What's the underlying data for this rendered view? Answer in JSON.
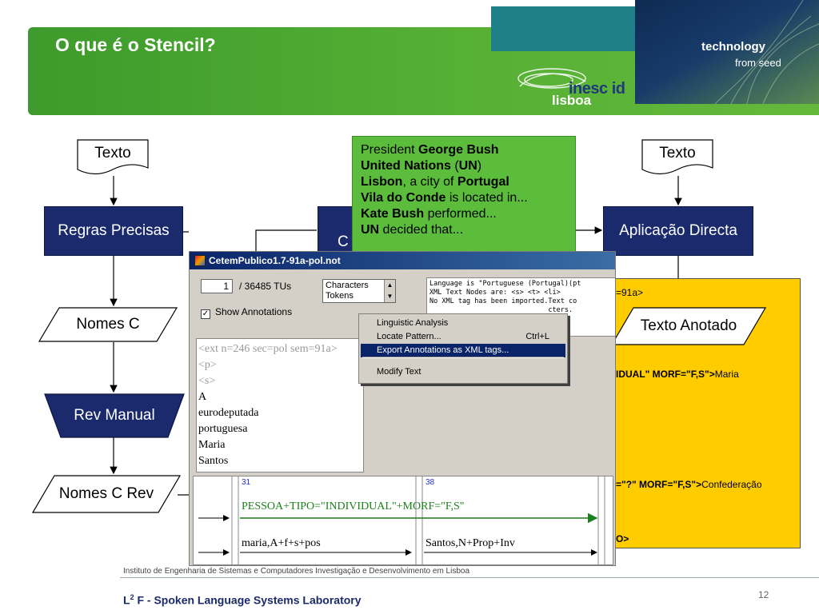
{
  "header": {
    "title": "O que é o Stencil?",
    "tagline_line1": "technology",
    "tagline_line2": "from seed",
    "logo_inesc": "inesc id",
    "logo_lisboa": "lisboa"
  },
  "flow": {
    "left": {
      "doc": "Texto",
      "rules": "Regras Precisas",
      "names": "Nomes C",
      "manual": "Rev Manual",
      "names_rev": "Nomes C Rev"
    },
    "right": {
      "doc": "Texto",
      "apply": "Aplicação Directa",
      "annotated": "Texto Anotado"
    },
    "middle_box_partial": "C"
  },
  "green_callout": {
    "lines": [
      [
        {
          "t": "President ",
          "b": false
        },
        {
          "t": "George Bush",
          "b": true
        }
      ],
      [
        {
          "t": "United Nations",
          "b": true
        },
        {
          "t": " (",
          "b": false
        },
        {
          "t": "UN",
          "b": true
        },
        {
          "t": ")",
          "b": false
        }
      ],
      [
        {
          "t": "Lisbon",
          "b": true
        },
        {
          "t": ", a city of ",
          "b": false
        },
        {
          "t": "Portugal",
          "b": true
        }
      ],
      [
        {
          "t": "Vila do Conde",
          "b": true
        },
        {
          "t": " is located in...",
          "b": false
        }
      ],
      [
        {
          "t": "Kate Bush",
          "b": true
        },
        {
          "t": " performed...",
          "b": false
        }
      ],
      [
        {
          "t": "UN",
          "b": true
        },
        {
          "t": " decided that...",
          "b": false
        }
      ]
    ]
  },
  "yellow_box": {
    "line1": "=91a>",
    "line2_bold": "IDUAL\" MORF=\"F,S\">",
    "line2_normal": "Maria",
    "line3_bold": "=\"?\" MORF=\"F,S\">",
    "line3_normal": "Confederação",
    "line4_bold": "O>"
  },
  "window": {
    "title": "CetemPublico1.7-91a-pol.not",
    "tu_value": "1",
    "tu_total": "/ 36485 TUs",
    "list_items": [
      "Characters",
      "Tokens"
    ],
    "show_annotations": "Show Annotations",
    "console_lines": [
      "Language is \"Portuguese (Portugal)(pt",
      "XML Text Nodes are: <s> <t> <li>",
      "No XML tag has been imported.Text co",
      "                             cters."
    ],
    "text_lines_grey": [
      "<ext n=246 sec=pol sem=91a>",
      "<p>",
      "<s>"
    ],
    "text_lines": [
      "A",
      "eurodeputada",
      "portuguesa",
      "Maria",
      "Santos"
    ],
    "graph": {
      "node_a": "31",
      "node_b": "38",
      "annotation": "PESSOA+TIPO=\"INDIVIDUAL\"+MORF=\"F,S\"",
      "token_a": "maria,A+f+s+pos",
      "token_b": "Santos,N+Prop+Inv"
    },
    "menu": {
      "items": [
        {
          "label": "Linguistic Analysis",
          "shortcut": ""
        },
        {
          "label": "Locate Pattern...",
          "shortcut": "Ctrl+L"
        },
        {
          "label": "Export Annotations as XML tags...",
          "shortcut": ""
        },
        {
          "label": "Modify Text",
          "shortcut": ""
        }
      ],
      "selected_index": 2
    }
  },
  "footer": {
    "institute": "Instituto de Engenharia de Sistemas e Computadores Investigação e Desenvolvimento em Lisboa",
    "lab_prefix": "L",
    "lab_sup": "2",
    "lab_rest": " F - Spoken Language Systems Laboratory",
    "page": "12"
  },
  "colors": {
    "header_green": "#56b034",
    "navy": "#1a2a6c",
    "callout_green": "#5cbd3c",
    "yellow": "#ffcc00",
    "menu_highlight": "#0a246a"
  }
}
